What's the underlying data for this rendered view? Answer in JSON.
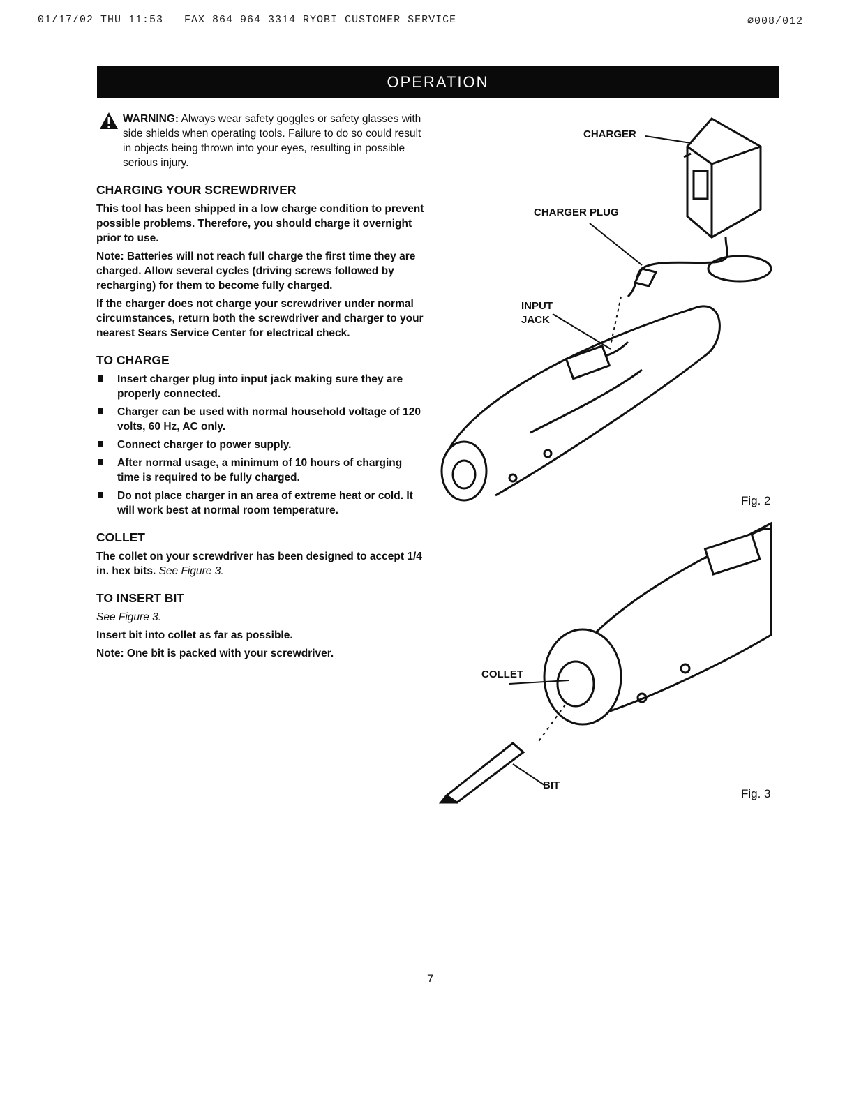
{
  "fax_header": {
    "left": "01/17/02 THU 11:53   FAX 864 964 3314 RYOBI CUSTOMER SERVICE",
    "right": "∅008/012"
  },
  "banner": {
    "title": "OPERATION"
  },
  "warning": {
    "label": "WARNING:",
    "text": "Always wear safety goggles or safety glasses with side shields when operating tools. Failure to do so could result in objects being thrown into your eyes, resulting in possible serious injury."
  },
  "charging": {
    "heading": "CHARGING YOUR SCREWDRIVER",
    "p1": "This tool has been shipped in a low charge condition to prevent possible problems. Therefore, you should charge it overnight prior to use.",
    "p2": "Note: Batteries will not reach full charge the first time they are charged. Allow several cycles (driving screws followed by recharging) for them to become fully charged.",
    "p3": "If the charger does not charge your screwdriver under normal circumstances, return both the screwdriver and charger to your nearest Sears Service Center for electrical check."
  },
  "to_charge": {
    "heading": "TO CHARGE",
    "items": [
      "Insert charger plug into input jack making sure they are properly connected.",
      "Charger can be used with normal household voltage of 120 volts, 60 Hz, AC only.",
      "Connect charger to power supply.",
      "After normal usage, a minimum of 10 hours of charging time is required to be fully charged.",
      "Do not place charger in an area of extreme heat or cold. It will work best at normal room temperature."
    ]
  },
  "collet": {
    "heading": "COLLET",
    "text": "The collet on your screwdriver has been designed to accept 1/4 in. hex bits.",
    "ref": "See Figure 3."
  },
  "insert_bit": {
    "heading": "TO INSERT BIT",
    "ref": "See Figure 3.",
    "text": "Insert bit into collet as far as possible.",
    "note": "Note: One bit is packed with your screwdriver."
  },
  "figures": {
    "charger": "CHARGER",
    "charger_plug": "CHARGER PLUG",
    "input": "INPUT",
    "jack": "JACK",
    "fig2": "Fig. 2",
    "collet": "COLLET",
    "bit": "BIT",
    "fig3": "Fig. 3"
  },
  "page_number": "7"
}
